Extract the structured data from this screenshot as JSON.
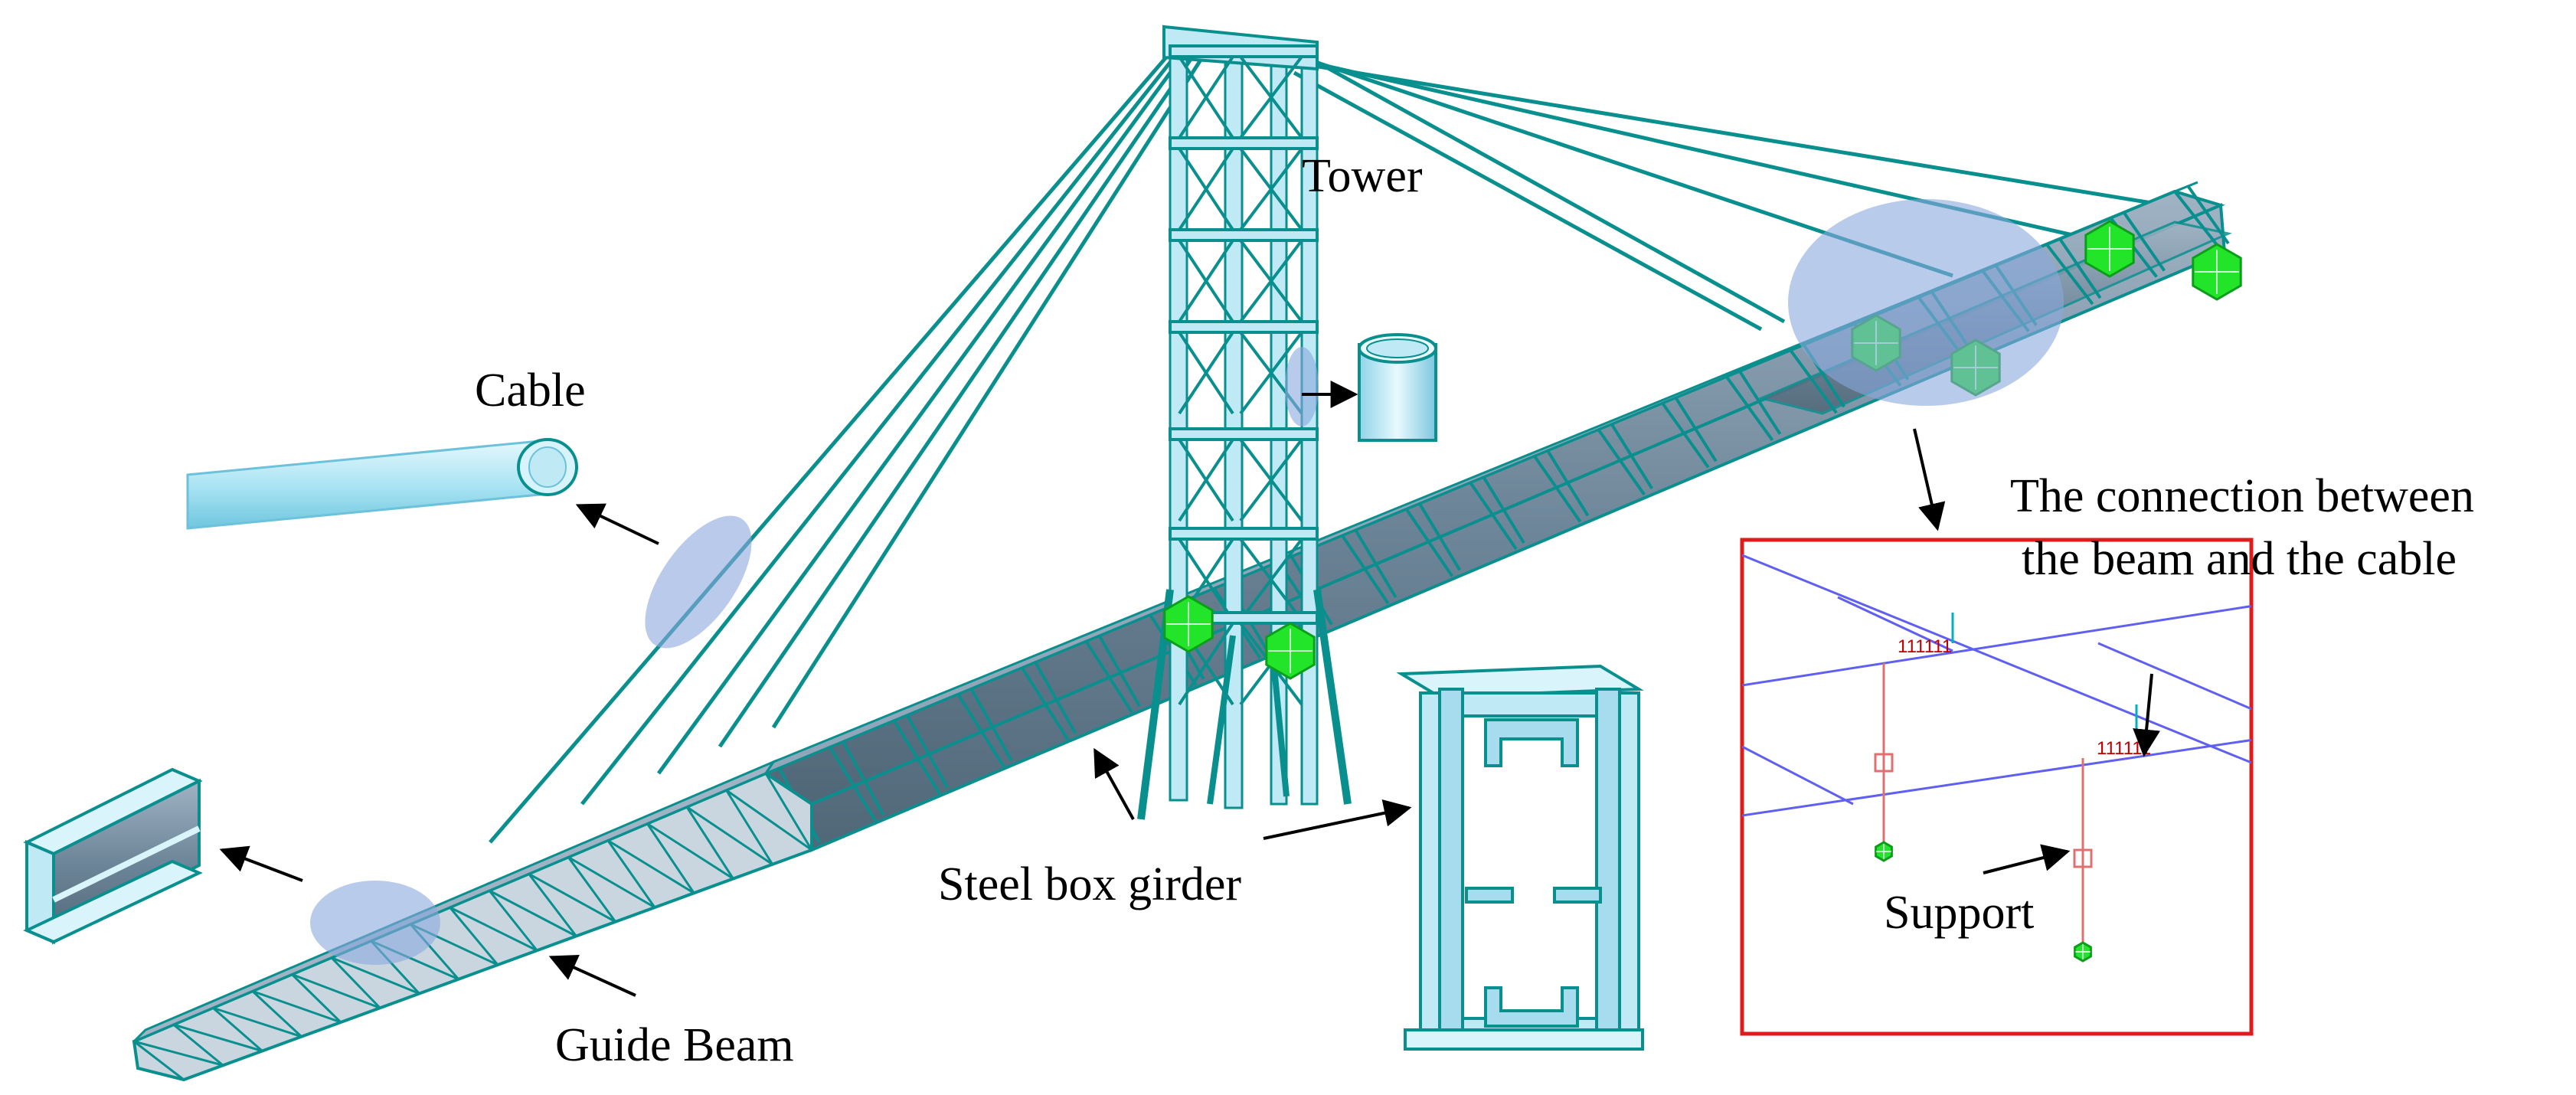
{
  "labels": {
    "tower": "Tower",
    "cable": "Cable",
    "steel_box_girder": "Steel box girder",
    "guide_beam": "Guide Beam",
    "support": "Support",
    "connection_line1": "The connection between",
    "connection_line2": "the beam and the cable",
    "node_tag_a": "111111",
    "node_tag_b": "111111"
  },
  "colors": {
    "structure": "#0a8f8f",
    "member_fill": "#bfe9f5",
    "highlight_ellipse": "#8ba8de",
    "support_node": "#22e52a",
    "inset_frame": "#e01b1b",
    "inset_beam": "#5f5ff2",
    "inset_link": "#e07070"
  },
  "icons": {
    "support_marker": "green-hexagon-icon",
    "cable_section": "cylinder-icon",
    "guide_beam_section": "i-beam-icon",
    "girder_section": "box-girder-section-icon"
  }
}
